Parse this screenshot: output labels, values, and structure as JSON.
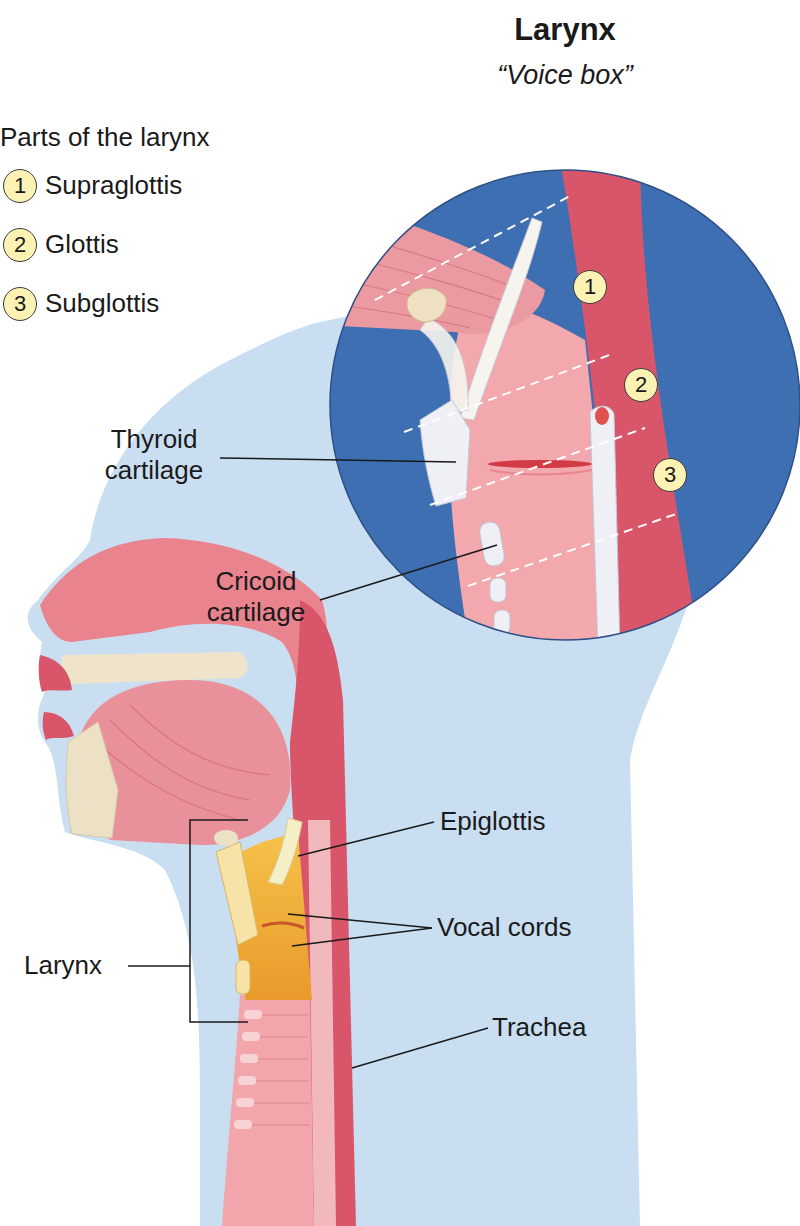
{
  "diagram": {
    "title": "Larynx",
    "nodes": [
      {
        "text": [
          "1"
        ]
      },
      {
        "text": [
          "2"
        ]
      },
      {
        "text": [
          "3"
        ]
      },
      {
        "text": [
          "1"
        ]
      },
      {
        "text": [
          "2"
        ]
      },
      {
        "text": [
          "3"
        ]
      }
    ],
    "labels": [
      "“Voice box”",
      "Parts of the larynx",
      "Thyroid cartilage",
      "Cricoid cartilage",
      "Epiglottis",
      "Vocal cords",
      "Larynx",
      "Trachea"
    ],
    "legend": [
      {
        "text": "Supraglottis"
      },
      {
        "text": "Glottis"
      },
      {
        "text": "Subglottis"
      }
    ]
  }
}
